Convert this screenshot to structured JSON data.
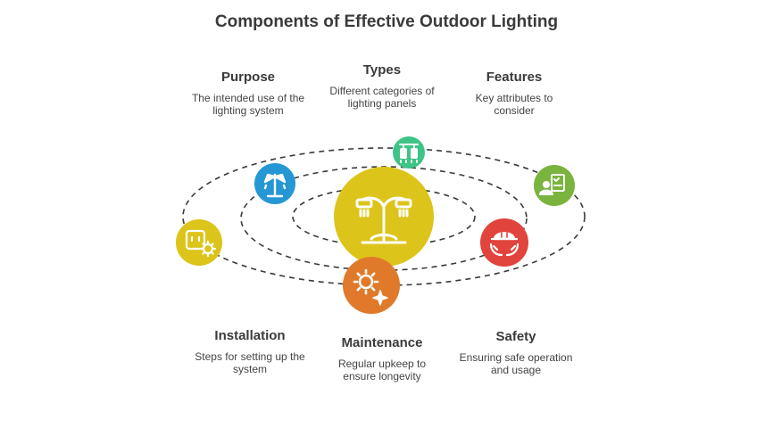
{
  "title": "Components of Effective Outdoor Lighting",
  "components": [
    {
      "key": "purpose",
      "heading": "Purpose",
      "desc_line1": "The intended use of the",
      "desc_line2": "lighting system",
      "color": "#2597d4",
      "icon": "street-lamp-icon"
    },
    {
      "key": "types",
      "heading": "Types",
      "desc_line1": "Different categories of",
      "desc_line2": "lighting panels",
      "color": "#3ec486",
      "icon": "panel-lights-icon"
    },
    {
      "key": "features",
      "heading": "Features",
      "desc_line1": "Key attributes to",
      "desc_line2": "consider",
      "color": "#7ab43e",
      "icon": "checklist-icon"
    },
    {
      "key": "installation",
      "heading": "Installation",
      "desc_line1": "Steps for setting up the",
      "desc_line2": "system",
      "color": "#dcc41a",
      "icon": "socket-gear-icon"
    },
    {
      "key": "maintenance",
      "heading": "Maintenance",
      "desc_line1": "Regular upkeep to",
      "desc_line2": "ensure longevity",
      "color": "#e07a2a",
      "icon": "gears-icon"
    },
    {
      "key": "safety",
      "heading": "Safety",
      "desc_line1": "Ensuring safe operation",
      "desc_line2": "and usage",
      "color": "#e0443c",
      "icon": "hardhat-hands-icon"
    }
  ],
  "center": {
    "color": "#dcc41a",
    "icon": "outdoor-lamp-icon"
  }
}
